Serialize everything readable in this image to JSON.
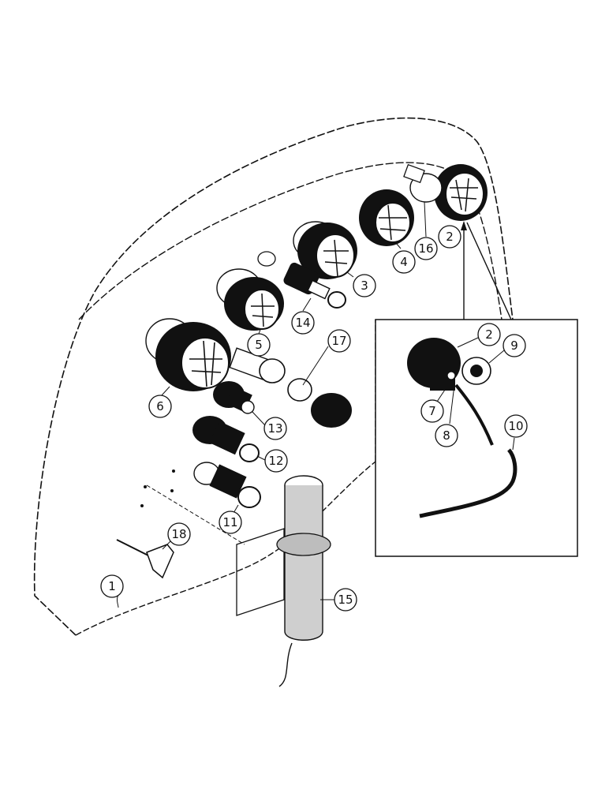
{
  "diagram": {
    "labels": {
      "1": "1",
      "2": "2",
      "2b": "2",
      "3": "3",
      "4": "4",
      "5": "5",
      "6": "6",
      "7": "7",
      "8": "8",
      "9": "9",
      "10": "10",
      "11": "11",
      "12": "12",
      "13": "13",
      "14": "14",
      "15": "15",
      "16": "16",
      "17": "17",
      "18": "18"
    },
    "colors": {
      "ink": "#111111",
      "paper": "#ffffff",
      "gray": "#8a8a8a"
    }
  }
}
